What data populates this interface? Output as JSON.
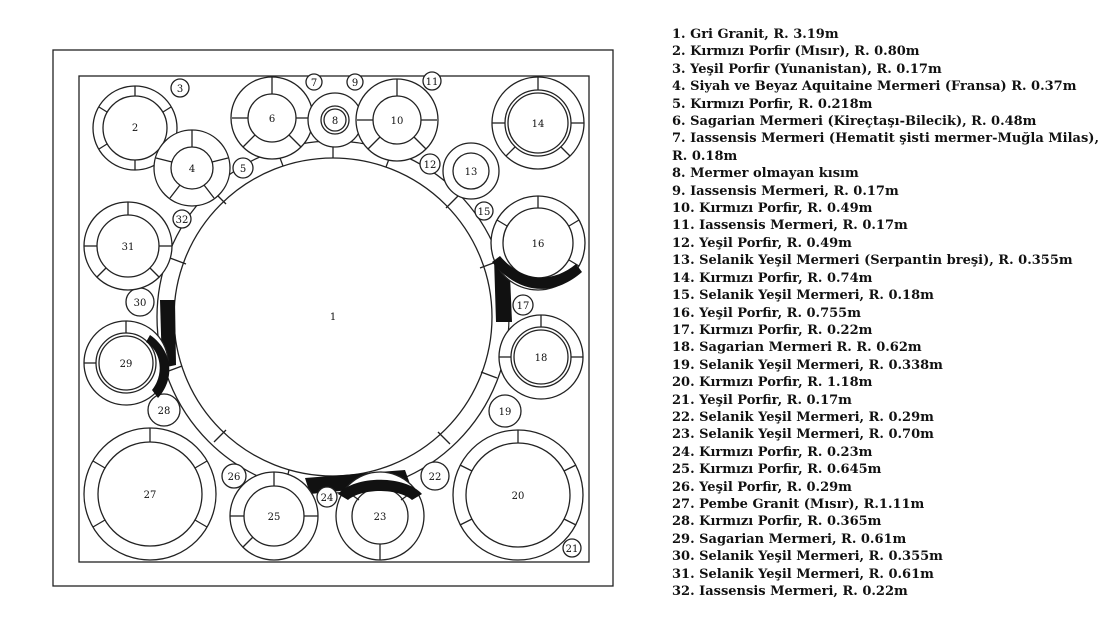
{
  "diagram": {
    "frame_labels": [
      "1",
      "2",
      "3",
      "4",
      "5",
      "6",
      "7",
      "8",
      "9",
      "10",
      "11",
      "12",
      "13",
      "14",
      "15",
      "16",
      "17",
      "18",
      "19",
      "20",
      "21",
      "22",
      "23",
      "24",
      "25",
      "26",
      "27",
      "28",
      "29",
      "30",
      "31",
      "32"
    ]
  },
  "legend": [
    "1. Gri Granit, R. 3.19m",
    "2. Kırmızı Porfir (Mısır), R. 0.80m",
    "3. Yeşil Porfir (Yunanistan), R. 0.17m",
    "4. Siyah ve Beyaz Aquitaine Mermeri (Fransa) R. 0.37m",
    "5. Kırmızı Porfir, R. 0.218m",
    "6. Sagarian Mermeri (Kireçtaşı-Bilecik), R. 0.48m",
    "7. Iassensis Mermeri (Hematit şisti mermer-Muğla Milas), R. 0.18m",
    "8. Mermer olmayan kısım",
    "9. Iassensis Mermeri, R. 0.17m",
    "10. Kırmızı Porfir, R. 0.49m",
    "11. Iassensis Mermeri, R. 0.17m",
    "12. Yeşil Porfir, R. 0.49m",
    "13. Selanik Yeşil Mermeri (Serpantin breşi), R. 0.355m",
    "14. Kırmızı Porfir, R. 0.74m",
    "15. Selanik Yeşil Mermeri, R. 0.18m",
    "16. Yeşil Porfir, R. 0.755m",
    "17. Kırmızı Porfir, R. 0.22m",
    "18. Sagarian Mermeri R. R. 0.62m",
    "19. Selanik Yeşil Mermeri, R. 0.338m",
    "20. Kırmızı Porfir, R. 1.18m",
    "21. Yeşil Porfir, R. 0.17m",
    "22. Selanik Yeşil Mermeri, R. 0.29m",
    "23. Selanik Yeşil Mermeri, R. 0.70m",
    "24. Kırmızı Porfir, R. 0.23m",
    "25. Kırmızı Porfir, R. 0.645m",
    "26. Yeşil Porfir, R. 0.29m",
    "27. Pembe Granit (Mısır), R.1.11m",
    "28. Kırmızı Porfir, R. 0.365m",
    "29. Sagarian Mermeri, R. 0.61m",
    "30. Selanik Yeşil Mermeri, R. 0.355m",
    "31. Selanik Yeşil Mermeri, R. 0.61m",
    "32. Iassensis Mermeri, R. 0.22m"
  ]
}
